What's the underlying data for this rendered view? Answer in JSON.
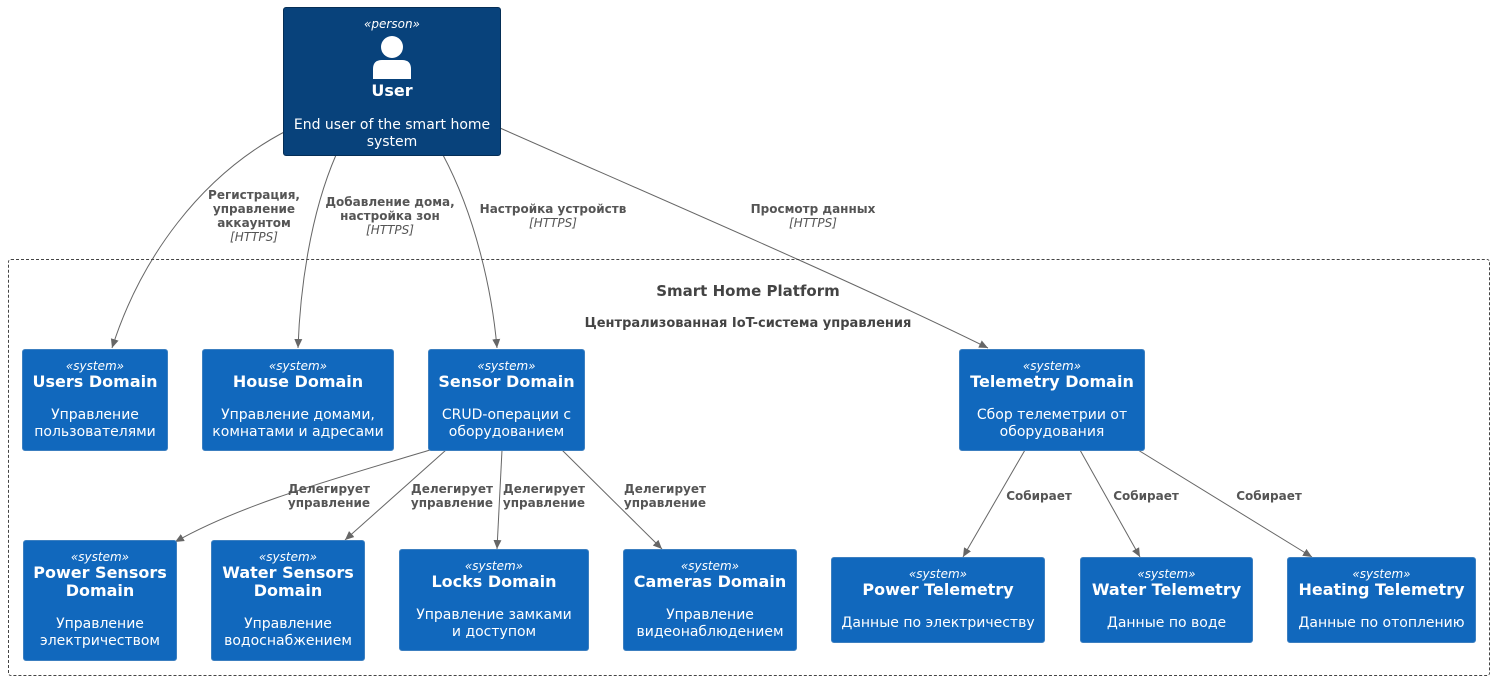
{
  "person": {
    "stereotype": "«person»",
    "name": "User",
    "description": "End user of the smart home system",
    "icon": "person-icon"
  },
  "boundary": {
    "title": "Smart Home Platform",
    "subtitle": "Централизованная IoT-система управления"
  },
  "systems": [
    {
      "id": "users",
      "stereotype": "«system»",
      "name": "Users Domain",
      "description": "Управление пользователями"
    },
    {
      "id": "house",
      "stereotype": "«system»",
      "name": "House Domain",
      "description": "Управление домами, комнатами и адресами"
    },
    {
      "id": "sensor",
      "stereotype": "«system»",
      "name": "Sensor Domain",
      "description": "CRUD-операции с оборудованием"
    },
    {
      "id": "telemetry",
      "stereotype": "«system»",
      "name": "Telemetry Domain",
      "description": "Сбор телеметрии от оборудования"
    },
    {
      "id": "power_sensors",
      "stereotype": "«system»",
      "name": "Power Sensors Domain",
      "description": "Управление электричеством"
    },
    {
      "id": "water_sensors",
      "stereotype": "«system»",
      "name": "Water Sensors Domain",
      "description": "Управление водоснабжением"
    },
    {
      "id": "locks",
      "stereotype": "«system»",
      "name": "Locks Domain",
      "description": "Управление замками и доступом"
    },
    {
      "id": "cameras",
      "stereotype": "«system»",
      "name": "Cameras Domain",
      "description": "Управление видеонаблюдением"
    },
    {
      "id": "power_tel",
      "stereotype": "«system»",
      "name": "Power Telemetry",
      "description": "Данные по электричеству"
    },
    {
      "id": "water_tel",
      "stereotype": "«system»",
      "name": "Water Telemetry",
      "description": "Данные по воде"
    },
    {
      "id": "heating_tel",
      "stereotype": "«system»",
      "name": "Heating Telemetry",
      "description": "Данные по отоплению"
    }
  ],
  "relations": [
    {
      "from": "user",
      "to": "users",
      "label": "Регистрация,\nуправление\nаккаунтом",
      "tech": "[HTTPS]"
    },
    {
      "from": "user",
      "to": "house",
      "label": "Добавление дома,\nнастройка зон",
      "tech": "[HTTPS]"
    },
    {
      "from": "user",
      "to": "sensor",
      "label": "Настройка устройств",
      "tech": "[HTTPS]"
    },
    {
      "from": "user",
      "to": "telemetry",
      "label": "Просмотр данных",
      "tech": "[HTTPS]"
    },
    {
      "from": "sensor",
      "to": "power_sensors",
      "label": "Делегирует\nуправление",
      "tech": ""
    },
    {
      "from": "sensor",
      "to": "water_sensors",
      "label": "Делегирует\nуправление",
      "tech": ""
    },
    {
      "from": "sensor",
      "to": "locks",
      "label": "Делегирует\nуправление",
      "tech": ""
    },
    {
      "from": "sensor",
      "to": "cameras",
      "label": "Делегирует\nуправление",
      "tech": ""
    },
    {
      "from": "telemetry",
      "to": "power_tel",
      "label": "Собирает",
      "tech": ""
    },
    {
      "from": "telemetry",
      "to": "water_tel",
      "label": "Собирает",
      "tech": ""
    },
    {
      "from": "telemetry",
      "to": "heating_tel",
      "label": "Собирает",
      "tech": ""
    }
  ]
}
